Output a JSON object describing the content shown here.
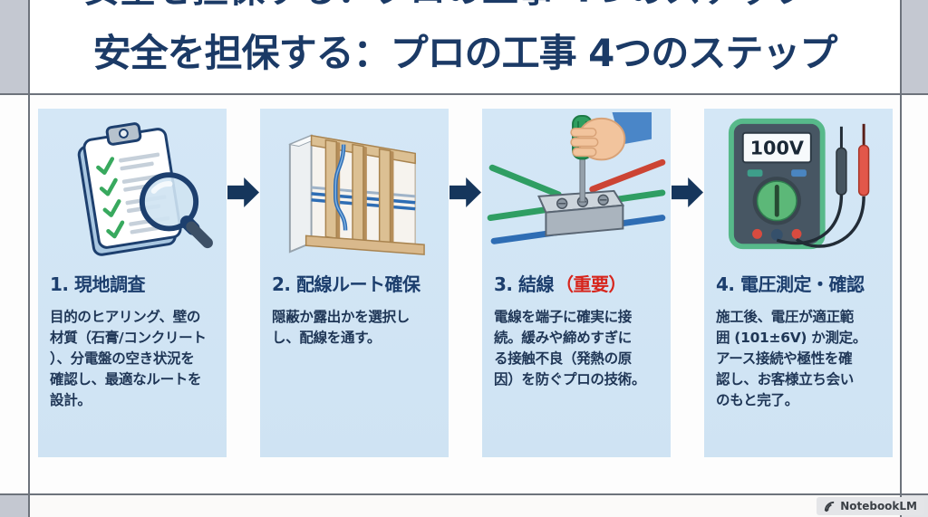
{
  "header": {
    "title": "安全を担保する：プロの工事 4つのステップ"
  },
  "steps": [
    {
      "heading": "1. 現地調査",
      "heading_accent": "",
      "body": "目的のヒアリング、壁の\n材質（石膏/コンクリート\n）、分電盤の空き状況を\n確認し、最適なルートを\n設計。",
      "icon": "clipboard-checklist-magnifier-icon"
    },
    {
      "heading": "2. 配線ルート確保",
      "heading_accent": "",
      "body": "隠蔽か露出かを選択し\nし、配線を通す。",
      "icon": "wall-framing-wiring-icon"
    },
    {
      "heading": "3. 結線",
      "heading_accent": "（重要）",
      "body": "電線を端子に確実に接\n続。緩みや締めすぎに\nる接触不良（発熱の原\n因）を防ぐプロの技術。",
      "icon": "terminal-block-screwdriver-icon"
    },
    {
      "heading": "4. 電圧測定・確認",
      "heading_accent": "",
      "body": "施工後、電圧が適正範\n囲 (101±6V) か測定。\nアース接続や極性を確\n認し、お客様立ち会い\nのもと完了。",
      "icon": "multimeter-icon",
      "meter_display": "100V"
    }
  ],
  "footer": {
    "brand": "NotebookLM",
    "logo_icon": "notebooklm-logo-icon"
  },
  "colors": {
    "title_navy": "#1b3a66",
    "heading_navy": "#1c3e6d",
    "body_navy": "#1f3656",
    "accent_red": "#d7251c",
    "card_background": "#d2e5f4",
    "arrow_navy": "#16365c",
    "frame_gray": "#c4c8d1",
    "grid_line_gray": "#6d737c"
  }
}
